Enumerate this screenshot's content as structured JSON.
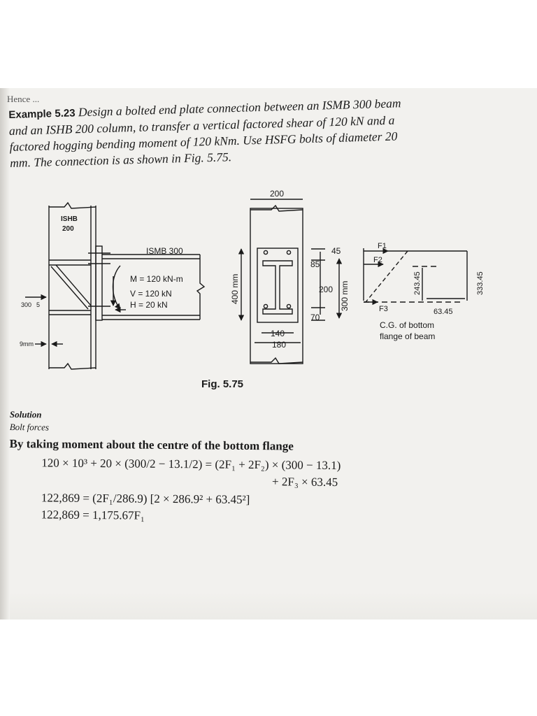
{
  "header": {
    "cut_text": "Hence ..."
  },
  "example": {
    "label": "Example",
    "number": "5.23",
    "lines": [
      "Design a bolted end plate connection between an ISMB 300 beam",
      "and an ISHB 200 column, to transfer a vertical factored shear of 120 kN and a",
      "factored hogging bending moment of 120 kNm. Use HSFG bolts of diameter 20",
      "mm. The connection is as shown in Fig. 5.75."
    ]
  },
  "figure": {
    "caption": "Fig. 5.75",
    "column_label_1": "ISHB",
    "column_label_2": "200",
    "beam_label": "ISMB 300",
    "moment": "M = 120 kN-m",
    "shear": "V = 120 kN",
    "axial": "H = 20 kN",
    "left_dim_1": "300",
    "left_dim_2": "5",
    "left_dim_3": "9mm",
    "plate_width": "200",
    "plate_height": "400 mm",
    "beam_depth": "300 mm",
    "top_edge": "45",
    "pitch_top": "85",
    "pitch_mid": "200",
    "bottom_edge": "70",
    "gauge_inner": "140",
    "gauge_outer": "180",
    "f1": "F1",
    "f2": "F2",
    "f3": "F3",
    "lever_1": "243.45",
    "lever_2": "333.45",
    "lever_3": "63.45",
    "cg_note_1": "C.G. of bottom",
    "cg_note_2": "flange of beam"
  },
  "solution": {
    "heading": "Solution",
    "subheading": "Bolt forces",
    "lead": "By taking moment about the centre of the bottom flange",
    "eq1": "120 × 10³ + 20 × (300/2 − 13.1/2) = (2F₁ + 2F₂) × (300 − 13.1)",
    "eq2": "+ 2F₃ × 63.45",
    "eq3": "122,869 = (2F₁/286.9) [2 × 286.9² + 63.45²]",
    "eq4": "122,869 = 1,175.67F₁"
  }
}
